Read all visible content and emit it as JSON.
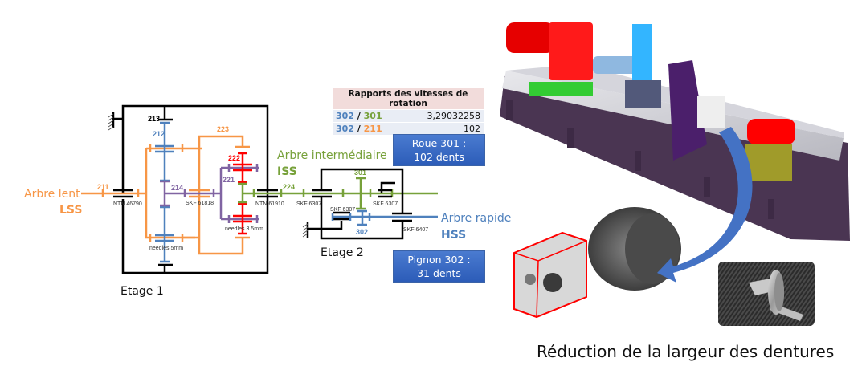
{
  "colors": {
    "lss": "#f79646",
    "iss": "#77a13a",
    "hss": "#4f81bd",
    "planet": "#ff0000",
    "carrier": "#8064a2",
    "frame": "#000000",
    "teeth_box": "#3a6cc6"
  },
  "shafts": {
    "lss": {
      "name": "Arbre lent",
      "abbr": "LSS"
    },
    "iss": {
      "name": "Arbre intermédiaire",
      "abbr": "ISS"
    },
    "hss": {
      "name": "Arbre rapide",
      "abbr": "HSS"
    }
  },
  "stages": {
    "stage1": "Etage 1",
    "stage2": "Etage 2"
  },
  "gears": {
    "g211": "211",
    "g212": "212",
    "g213": "213",
    "g214": "214",
    "g221": "221",
    "g222": "222",
    "g223": "223",
    "g224": "224",
    "g301": "301",
    "g302": "302"
  },
  "bearings": {
    "ntn46790": "NTN 46790",
    "skf61818": "SKF 61818",
    "ntn61910": "NTN 61910",
    "needles5": "needles 5mm",
    "needles35": "needles 3.5mm",
    "skf6307_a": "SKF 6307",
    "skf6307_b": "SKF 6307",
    "skf6307_c": "SKF 6307",
    "skf6407": "SKF 6407"
  },
  "ratio_table": {
    "title": "Rapports des vitesses de rotation",
    "rows": [
      {
        "num": "302",
        "sep": " / ",
        "den": "301",
        "value": "3,29032258"
      },
      {
        "num": "302",
        "sep": " / ",
        "den": "211",
        "value": "102"
      }
    ]
  },
  "teeth": {
    "roue": {
      "line1": "Roue 301 :",
      "line2": "102 dents"
    },
    "pignon": {
      "line1": "Pignon 302 :",
      "line2": "31 dents"
    }
  },
  "images": {
    "test_bench": "test-bench-3d-render",
    "gearbox": "gearbox-3d-render",
    "gear_photo": "gear-shaft-photo"
  },
  "caption": "Réduction de la largeur des dentures"
}
